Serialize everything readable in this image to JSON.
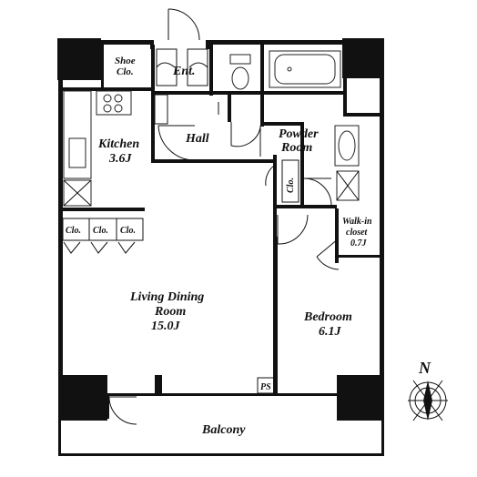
{
  "rooms": {
    "shoe_closet": [
      "Shoe",
      "Clo."
    ],
    "entrance": "Ent.",
    "kitchen": [
      "Kitchen",
      "3.6J"
    ],
    "hall": "Hall",
    "powder_room": [
      "Powder",
      "Room"
    ],
    "closet_small": "Clo.",
    "walk_in_closet": [
      "Walk-in",
      "closet",
      "0.7J"
    ],
    "living_closets": [
      "Clo.",
      "Clo.",
      "Clo."
    ],
    "living_dining": [
      "Living Dining",
      "Room",
      "15.0J"
    ],
    "bedroom": [
      "Bedroom",
      "6.1J"
    ],
    "pipe_space": "PS",
    "balcony": "Balcony"
  },
  "compass": {
    "north_label": "N"
  }
}
